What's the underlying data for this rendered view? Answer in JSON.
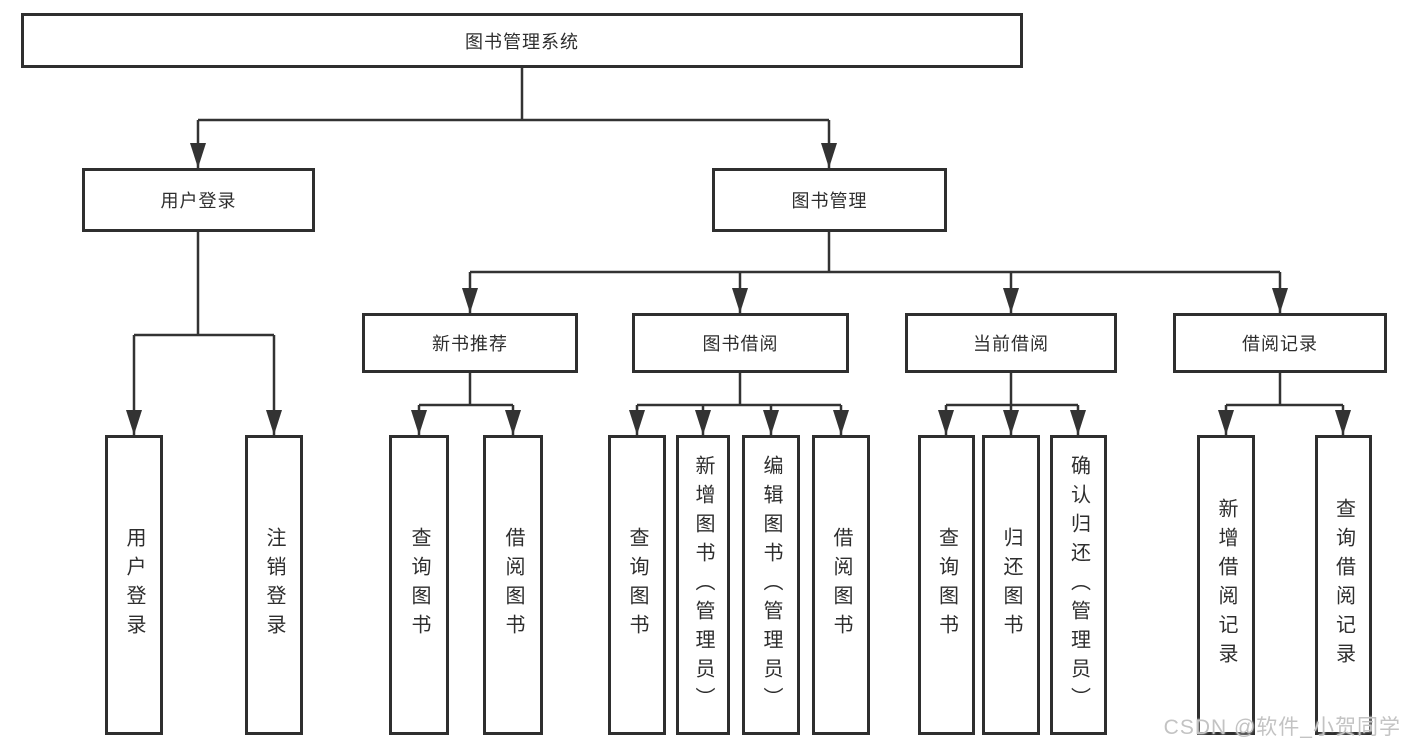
{
  "colors": {
    "line": "#333333",
    "box_border": "#2f2f2f",
    "text": "#2e2e2e",
    "watermark": "#c3c3c3",
    "background": "#ffffff"
  },
  "watermark": "CSDN @软件_小贺同学",
  "tree": {
    "root": {
      "label": "图书管理系统"
    },
    "children": [
      {
        "label": "用户登录",
        "children": [
          {
            "label": "用户登录"
          },
          {
            "label": "注销登录"
          }
        ]
      },
      {
        "label": "图书管理",
        "children": [
          {
            "label": "新书推荐",
            "children": [
              {
                "label": "查询图书"
              },
              {
                "label": "借阅图书"
              }
            ]
          },
          {
            "label": "图书借阅",
            "children": [
              {
                "label": "查询图书"
              },
              {
                "label": "新增图书（管理员）"
              },
              {
                "label": "编辑图书（管理员）"
              },
              {
                "label": "借阅图书"
              }
            ]
          },
          {
            "label": "当前借阅",
            "children": [
              {
                "label": "查询图书"
              },
              {
                "label": "归还图书"
              },
              {
                "label": "确认归还（管理员）"
              }
            ]
          },
          {
            "label": "借阅记录",
            "children": [
              {
                "label": "新增借阅记录"
              },
              {
                "label": "查询借阅记录"
              }
            ]
          }
        ]
      }
    ]
  }
}
